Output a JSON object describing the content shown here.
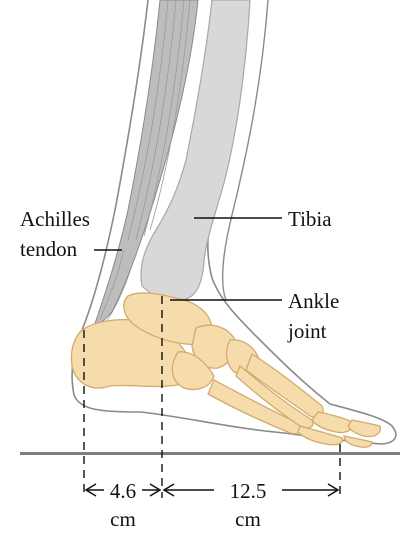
{
  "labels": {
    "achilles_line1": "Achilles",
    "achilles_line2": "tendon",
    "tibia": "Tibia",
    "ankle_line1": "Ankle",
    "ankle_line2": "joint"
  },
  "dimensions": {
    "heel_to_ankle": {
      "value": "4.6",
      "unit": "cm"
    },
    "ankle_to_ball": {
      "value": "12.5",
      "unit": "cm"
    }
  },
  "colors": {
    "bone": "#f6dcaa",
    "bone_outline": "#d3aa6e",
    "tibia": "#d8d8d8",
    "tendon": "#bdbdbd",
    "skin_outline": "#8a8a8a",
    "ground": "#7f7f7f"
  }
}
